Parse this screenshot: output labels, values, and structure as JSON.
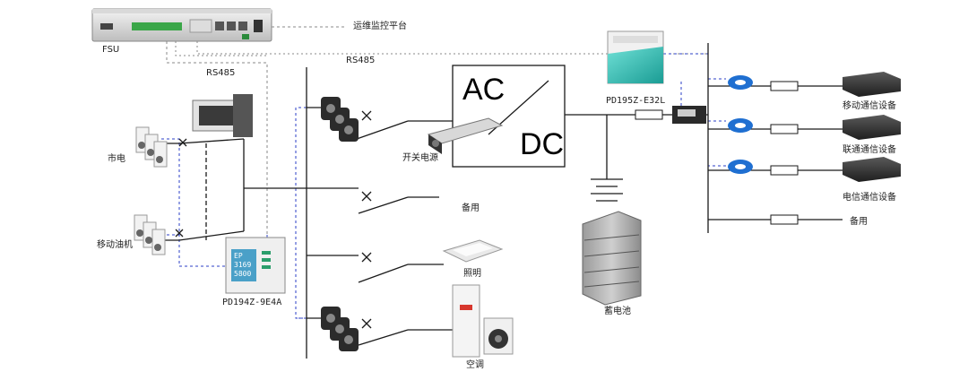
{
  "labels": {
    "fsu": "FSU",
    "platform": "运维监控平台",
    "rs485_left": "RS485",
    "rs485_mid": "RS485",
    "mains": "市电",
    "generator": "移动油机",
    "meter_left": "PD194Z-9E4A",
    "meter_right": "PD195Z-E32L",
    "switch_psu": "开关电源",
    "ac": "AC",
    "dc": "DC",
    "backup_mid": "备用",
    "lighting": "照明",
    "aircon": "空调",
    "battery": "蓄电池",
    "mobile_eq": "移动通信设备",
    "unicom_eq": "联通通信设备",
    "telecom_eq": "电信通信设备",
    "backup_right": "备用"
  },
  "meter_display": {
    "line1": "EP",
    "line2": "3169",
    "line3": "5800"
  },
  "colors": {
    "wire": "#1a1a1a",
    "comm": "#2b3fc7",
    "dashed_gray": "#8a8a8a",
    "teal": "#2bb7b0",
    "ct_blue": "#1f6fd1"
  }
}
